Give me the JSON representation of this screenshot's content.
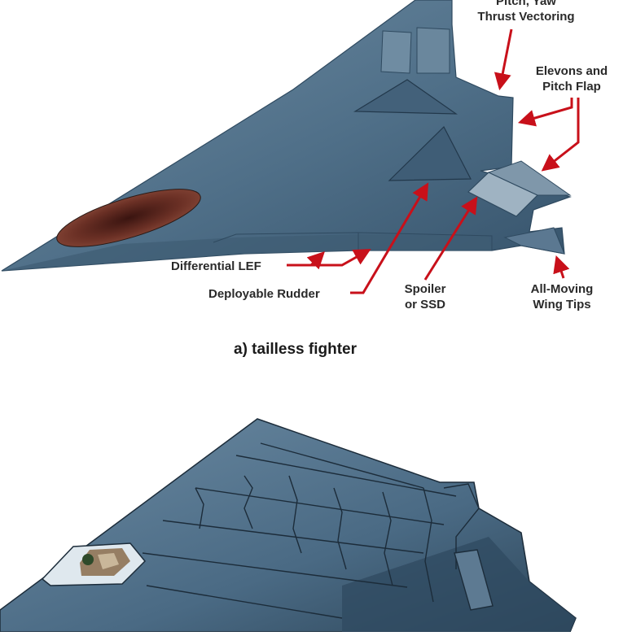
{
  "diagram_a": {
    "caption": "a) tailless fighter",
    "labels": {
      "thrust_vectoring_line1": "Pitch, Yaw",
      "thrust_vectoring_line2": "Thrust Vectoring",
      "elevons_line1": "Elevons and",
      "elevons_line2": "Pitch Flap",
      "differential_lef": "Differential LEF",
      "deployable_rudder": "Deployable Rudder",
      "spoiler_line1": "Spoiler",
      "spoiler_line2": "or SSD",
      "wing_tips_line1": "All-Moving",
      "wing_tips_line2": "Wing Tips"
    }
  },
  "colors": {
    "airframe": "#4f6f88",
    "airframe_dark": "#2f4a60",
    "airframe_light": "#7d98ad",
    "inlet": "#5a2a22",
    "arrow": "#c8101a",
    "panel_line": "#1c2c3a",
    "canopy": "#dfe8ee"
  }
}
